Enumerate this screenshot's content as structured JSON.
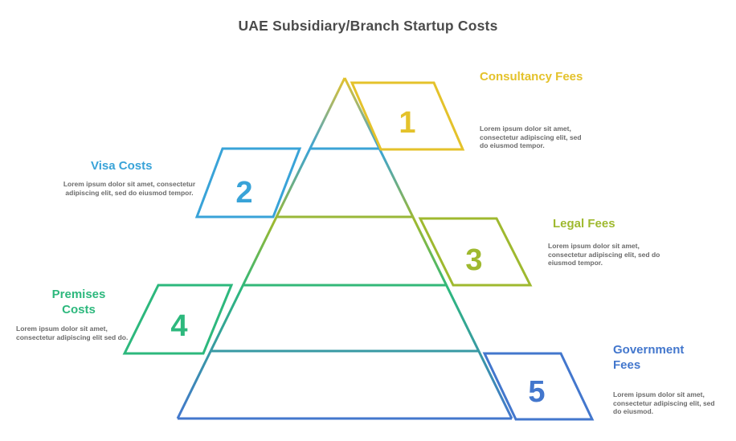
{
  "title": "UAE Subsidiary/Branch Startup Costs",
  "palette": {
    "level1_yellow": "#e4c22b",
    "level2_sky_blue": "#39a3d8",
    "level3_lime_green": "#9fb92f",
    "level4_emerald": "#2db87d",
    "level5_royal_blue": "#4377cd",
    "title_gray": "#4b4b4b",
    "description_gray": "#6b6b6b"
  },
  "diagram_type": "5-level pyramid with numbered parallelogram tags",
  "levels": [
    {
      "number": "1",
      "label": "Consultancy Fees",
      "description": "Lorem ipsum dolor sit amet, consectetur adipiscing elit, sed do eiusmod tempor.",
      "color": "#e4c22b"
    },
    {
      "number": "2",
      "label": "Visa Costs",
      "description": "Lorem ipsum dolor sit amet, consectetur adipiscing elit, sed do eiusmod tempor.",
      "color": "#39a3d8"
    },
    {
      "number": "3",
      "label": "Legal Fees",
      "description": "Lorem ipsum dolor sit amet, consectetur adipiscing elit, sed do eiusmod tempor.",
      "color": "#9fb92f"
    },
    {
      "number": "4",
      "label": "Premises Costs",
      "description": "Lorem ipsum dolor sit amet, consectetur adipiscing elit sed do.",
      "color": "#2db87d"
    },
    {
      "number": "5",
      "label": "Government Fees",
      "description": "Lorem ipsum dolor sit amet, consectetur adipiscing elit, sed do eiusmod.",
      "color": "#4377cd"
    }
  ]
}
